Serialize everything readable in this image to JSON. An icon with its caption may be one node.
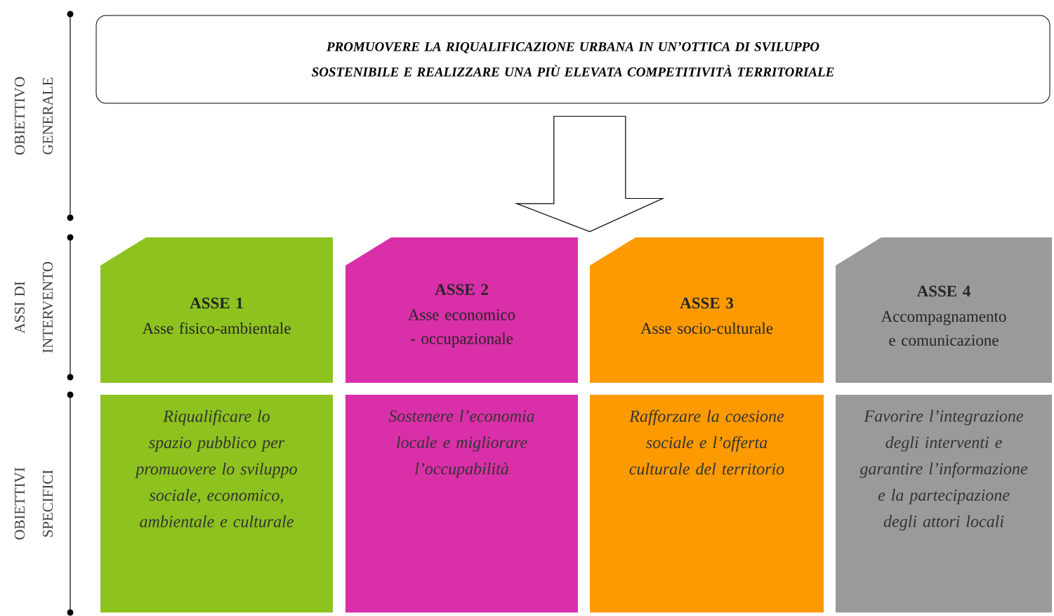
{
  "diagram": {
    "nodes": [
      {
        "text": [
          "PROMUOVERE LA RIQUALIFICAZIONE URBANA IN UN’OTTICA DI SVILUPPO SOSTENIBILE E REALIZZARE UNA PIÙ ELEVATA COMPETITIVITÀ TERRITORIALE"
        ]
      },
      {
        "text": [
          "ASSE 1",
          "Asse fisico-ambientale"
        ]
      },
      {
        "text": [
          "ASSE 2",
          "Asse economico - occupazionale"
        ]
      },
      {
        "text": [
          "ASSE 3",
          "Asse socio-culturale"
        ]
      },
      {
        "text": [
          "ASSE 4",
          "Accompagnamento e comunicazione"
        ]
      },
      {
        "text": [
          "Riqualificare lo spazio pubblico per promuovere lo sviluppo sociale, economico, ambientale e culturale"
        ]
      },
      {
        "text": [
          "Sostenere l’economia locale e migliorare l’occupabilità"
        ]
      },
      {
        "text": [
          "Rafforzare la coesione sociale e l’offerta culturale del territorio"
        ]
      },
      {
        "text": [
          "Favorire l’integrazione degli interventi e garantire l’informazione e la partecipazione degli attori locali"
        ]
      }
    ],
    "edges": [
      {
        "from": 0,
        "to": 3,
        "arrow": "to"
      }
    ],
    "labels": [
      "OBIETTIVO GENERALE",
      "ASSI DI INTERVENTO",
      "OBIETTIVI SPECIFICI"
    ]
  }
}
